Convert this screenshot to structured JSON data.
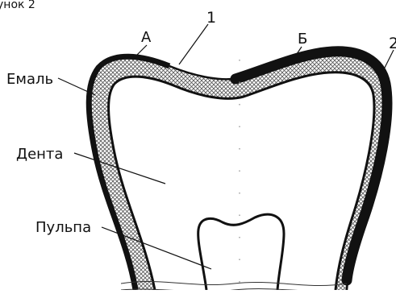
{
  "figure": {
    "caption": "унок 2"
  },
  "labels": {
    "enamel": "Емаль",
    "dentin": "Дента",
    "pulp": "Пульпа",
    "marker_a": "А",
    "marker_b": "Б",
    "marker_1": "1",
    "marker_2": "2"
  },
  "colors": {
    "outline": "#111111",
    "hatch": "#444444",
    "background": "#ffffff"
  }
}
